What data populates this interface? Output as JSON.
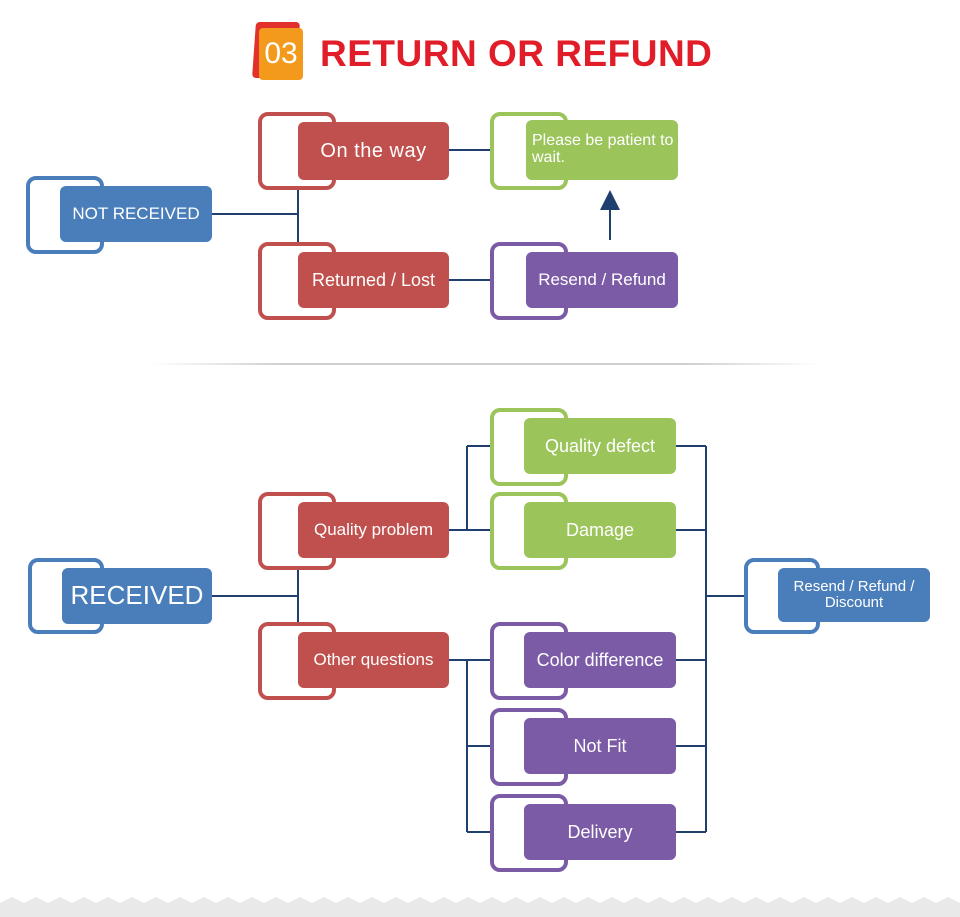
{
  "header": {
    "badge_number": "03",
    "title": "RETURN OR REFUND"
  },
  "colors": {
    "red": "#c0504d",
    "green": "#9bc55a",
    "purple": "#7b5ba6",
    "blue": "#4a7ebb",
    "line": "#1f3f6e",
    "title": "#e01d28",
    "badge": "#f39a1d"
  },
  "not_received": {
    "root": "NOT RECEIVED",
    "on_the_way": "On the way",
    "returned_lost": "Returned / Lost",
    "be_patient": "Please be patient to wait.",
    "resend_refund": "Resend / Refund"
  },
  "received": {
    "root": "RECEIVED",
    "quality_problem": "Quality problem",
    "other_questions": "Other questions",
    "quality_defect": "Quality defect",
    "damage": "Damage",
    "color_difference": "Color difference",
    "not_fit": "Not Fit",
    "delivery": "Delivery",
    "outcome": "Resend / Refund / Discount"
  }
}
